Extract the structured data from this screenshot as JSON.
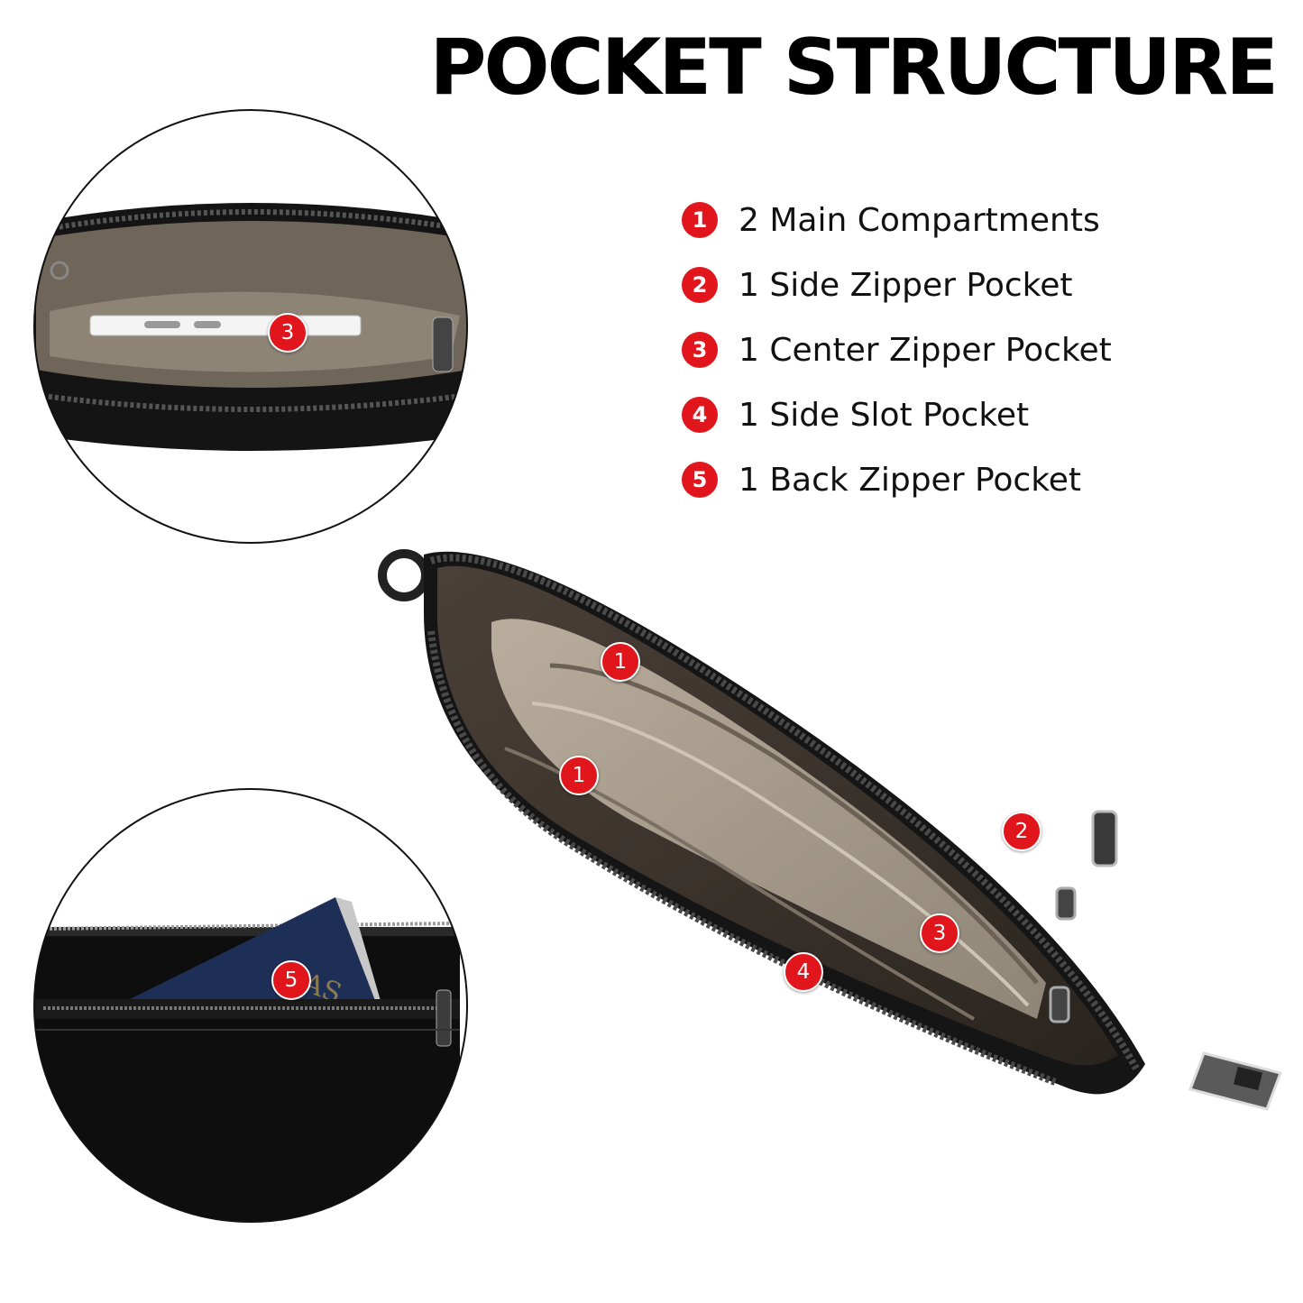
{
  "title": "POCKET STRUCTURE",
  "accent_color": "#e0161c",
  "features": [
    {
      "number": "1",
      "label": "2 Main Compartments"
    },
    {
      "number": "2",
      "label": "1 Side Zipper Pocket"
    },
    {
      "number": "3",
      "label": "1 Center Zipper Pocket"
    },
    {
      "number": "4",
      "label": "1 Side Slot Pocket"
    },
    {
      "number": "5",
      "label": "1 Back Zipper Pocket"
    }
  ],
  "markers": {
    "inset_top": "3",
    "inset_bottom": "5",
    "bag_a": "1",
    "bag_b": "1",
    "bag_c": "2",
    "bag_d": "3",
    "bag_e": "4"
  }
}
